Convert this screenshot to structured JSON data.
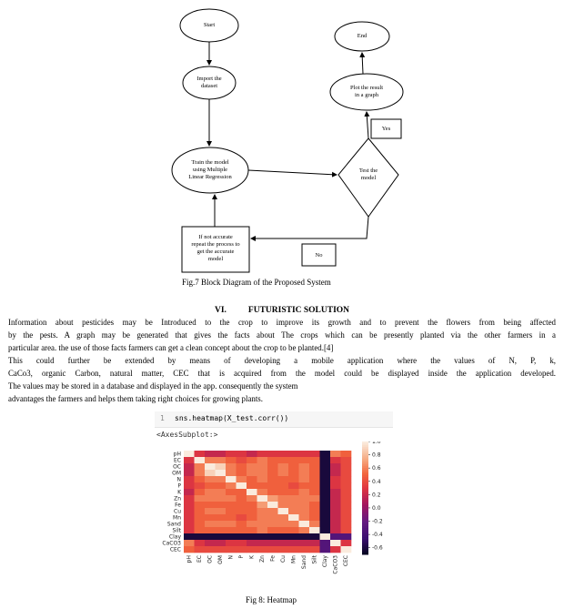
{
  "flowchart": {
    "start": "Start",
    "end": "End",
    "import": [
      "Import the",
      "dataset"
    ],
    "plot": [
      "Plot the result",
      "in a graph"
    ],
    "yes": "Yes",
    "train": [
      "Train the model",
      "using Multiple",
      "Linear Regression"
    ],
    "test": [
      "Test the",
      "model"
    ],
    "retry": [
      "If not accurate",
      "repeat the process to",
      "get the accurate",
      "model"
    ],
    "no": "No",
    "caption": "Fig.7 Block Diagram of the Proposed System"
  },
  "section": {
    "number": "VI.",
    "title": "FUTURISTIC SOLUTION",
    "lines": [
      "Information about pesticides may be Introduced to the crop to improve its growth and to prevent the flowers from being affected",
      "by the pests. A graph may be generated that gives the facts about The crops which can be presently planted via the other farmers in a",
      "particular area. the use of those facts farmers can get a clean concept about the crop to be planted.[4]",
      "This could further be extended by means of developing a mobile application where the values of N, P, k,",
      "CaCo3, organic Carbon, natural matter, CEC that is acquired from the model could be displayed inside the application developed.",
      "The values may be stored in a database and displayed in the app. consequently the system",
      "advantages the farmers and helps them taking right choices for growing plants."
    ]
  },
  "notebook": {
    "line_number": "1",
    "code": "sns.heatmap(X_test.corr())",
    "output": "<AxesSubplot:>"
  },
  "heatmap": {
    "labels": [
      "pH",
      "EC",
      "OC",
      "OM",
      "N",
      "P",
      "K",
      "Zn",
      "Fe",
      "Cu",
      "Mn",
      "Sand",
      "Silt",
      "Clay",
      "CaCO3",
      "CEC"
    ],
    "colorbar_ticks": [
      "1.0",
      "0.8",
      "0.6",
      "0.4",
      "0.2",
      "0.0",
      "-0.2",
      "-0.4",
      "-0.6"
    ],
    "caption": "Fig 8: Heatmap"
  },
  "chart_data": {
    "type": "heatmap",
    "x_labels": [
      "pH",
      "EC",
      "OC",
      "OM",
      "N",
      "P",
      "K",
      "Zn",
      "Fe",
      "Cu",
      "Mn",
      "Sand",
      "Silt",
      "Clay",
      "CaCO3",
      "CEC"
    ],
    "y_labels": [
      "pH",
      "EC",
      "OC",
      "OM",
      "N",
      "P",
      "K",
      "Zn",
      "Fe",
      "Cu",
      "Mn",
      "Sand",
      "Silt",
      "Clay",
      "CaCO3",
      "CEC"
    ],
    "vmin": -0.7,
    "vmax": 1.0,
    "colormap": "rocket",
    "values": [
      [
        1.0,
        0.3,
        0.2,
        0.2,
        0.3,
        0.3,
        0.2,
        0.3,
        0.3,
        0.3,
        0.3,
        0.3,
        0.3,
        -0.6,
        0.6,
        0.5
      ],
      [
        0.3,
        1.0,
        0.6,
        0.6,
        0.5,
        0.4,
        0.5,
        0.6,
        0.5,
        0.5,
        0.5,
        0.5,
        0.5,
        -0.6,
        0.3,
        0.4
      ],
      [
        0.2,
        0.6,
        1.0,
        0.9,
        0.6,
        0.5,
        0.6,
        0.6,
        0.5,
        0.6,
        0.5,
        0.6,
        0.5,
        -0.6,
        0.2,
        0.4
      ],
      [
        0.2,
        0.6,
        0.9,
        1.0,
        0.6,
        0.5,
        0.6,
        0.6,
        0.5,
        0.6,
        0.5,
        0.6,
        0.5,
        -0.6,
        0.2,
        0.4
      ],
      [
        0.3,
        0.5,
        0.6,
        0.6,
        1.0,
        0.6,
        0.5,
        0.6,
        0.5,
        0.5,
        0.5,
        0.6,
        0.5,
        -0.6,
        0.3,
        0.4
      ],
      [
        0.3,
        0.4,
        0.5,
        0.5,
        0.6,
        1.0,
        0.5,
        0.5,
        0.5,
        0.5,
        0.4,
        0.5,
        0.5,
        -0.6,
        0.3,
        0.4
      ],
      [
        0.2,
        0.5,
        0.6,
        0.6,
        0.5,
        0.5,
        1.0,
        0.6,
        0.5,
        0.5,
        0.5,
        0.6,
        0.5,
        -0.6,
        0.2,
        0.4
      ],
      [
        0.3,
        0.6,
        0.6,
        0.6,
        0.6,
        0.5,
        0.6,
        1.0,
        0.7,
        0.6,
        0.6,
        0.6,
        0.6,
        -0.6,
        0.2,
        0.4
      ],
      [
        0.3,
        0.5,
        0.5,
        0.5,
        0.5,
        0.5,
        0.5,
        0.7,
        1.0,
        0.6,
        0.6,
        0.6,
        0.5,
        -0.6,
        0.2,
        0.4
      ],
      [
        0.3,
        0.5,
        0.6,
        0.6,
        0.5,
        0.5,
        0.5,
        0.6,
        0.6,
        1.0,
        0.6,
        0.6,
        0.5,
        -0.6,
        0.2,
        0.4
      ],
      [
        0.3,
        0.5,
        0.5,
        0.5,
        0.5,
        0.4,
        0.5,
        0.6,
        0.6,
        0.6,
        1.0,
        0.6,
        0.5,
        -0.6,
        0.2,
        0.4
      ],
      [
        0.3,
        0.5,
        0.6,
        0.6,
        0.6,
        0.5,
        0.6,
        0.6,
        0.6,
        0.6,
        0.6,
        1.0,
        0.6,
        -0.6,
        0.2,
        0.4
      ],
      [
        0.3,
        0.5,
        0.5,
        0.5,
        0.5,
        0.5,
        0.5,
        0.6,
        0.5,
        0.5,
        0.5,
        0.6,
        1.0,
        -0.6,
        0.2,
        0.4
      ],
      [
        -0.6,
        -0.6,
        -0.6,
        -0.6,
        -0.6,
        -0.6,
        -0.6,
        -0.6,
        -0.6,
        -0.6,
        -0.6,
        -0.6,
        -0.6,
        1.0,
        -0.3,
        -0.3
      ],
      [
        0.6,
        0.3,
        0.2,
        0.2,
        0.3,
        0.3,
        0.2,
        0.2,
        0.2,
        0.2,
        0.2,
        0.2,
        0.2,
        -0.3,
        1.0,
        0.3
      ],
      [
        0.5,
        0.4,
        0.4,
        0.4,
        0.4,
        0.4,
        0.4,
        0.4,
        0.4,
        0.4,
        0.4,
        0.4,
        0.4,
        -0.3,
        0.3,
        1.0
      ]
    ]
  }
}
